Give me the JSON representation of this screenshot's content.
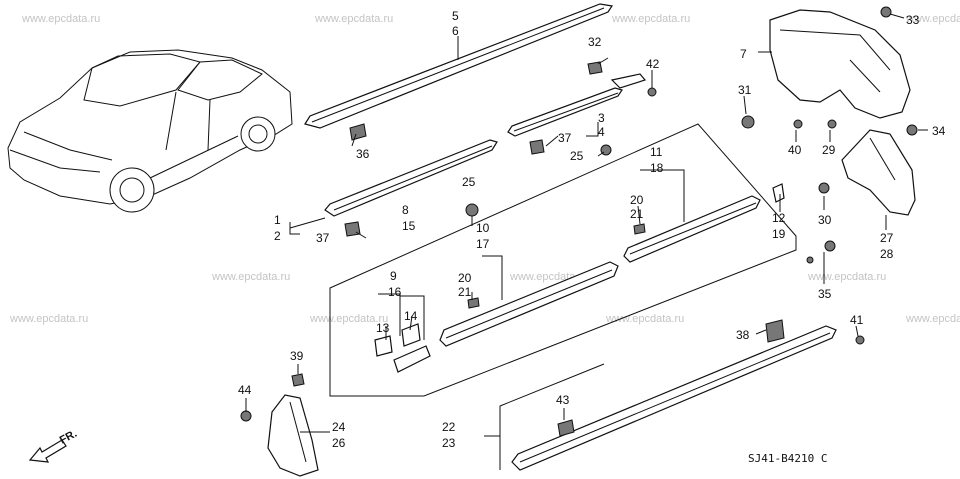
{
  "watermark": "www.epcdata.ru",
  "diagram_code": "SJ41-B4210 C",
  "direction_label": "FR.",
  "callouts": {
    "c1": "1",
    "c2": "2",
    "c3": "3",
    "c4": "4",
    "c5": "5",
    "c6": "6",
    "c7": "7",
    "c8": "8",
    "c9": "9",
    "c10": "10",
    "c11": "11",
    "c12": "12",
    "c13": "13",
    "c14": "14",
    "c15": "15",
    "c16": "16",
    "c17": "17",
    "c18": "18",
    "c19": "19",
    "c20a": "20",
    "c20b": "20",
    "c21a": "21",
    "c21b": "21",
    "c22": "22",
    "c23": "23",
    "c24": "24",
    "c25a": "25",
    "c25b": "25",
    "c26": "26",
    "c27": "27",
    "c28": "28",
    "c29": "29",
    "c30": "30",
    "c31": "31",
    "c32": "32",
    "c33": "33",
    "c34": "34",
    "c35": "35",
    "c36": "36",
    "c37a": "37",
    "c37b": "37",
    "c38": "38",
    "c39": "39",
    "c40": "40",
    "c41": "41",
    "c42": "42",
    "c43": "43",
    "c44": "44"
  }
}
